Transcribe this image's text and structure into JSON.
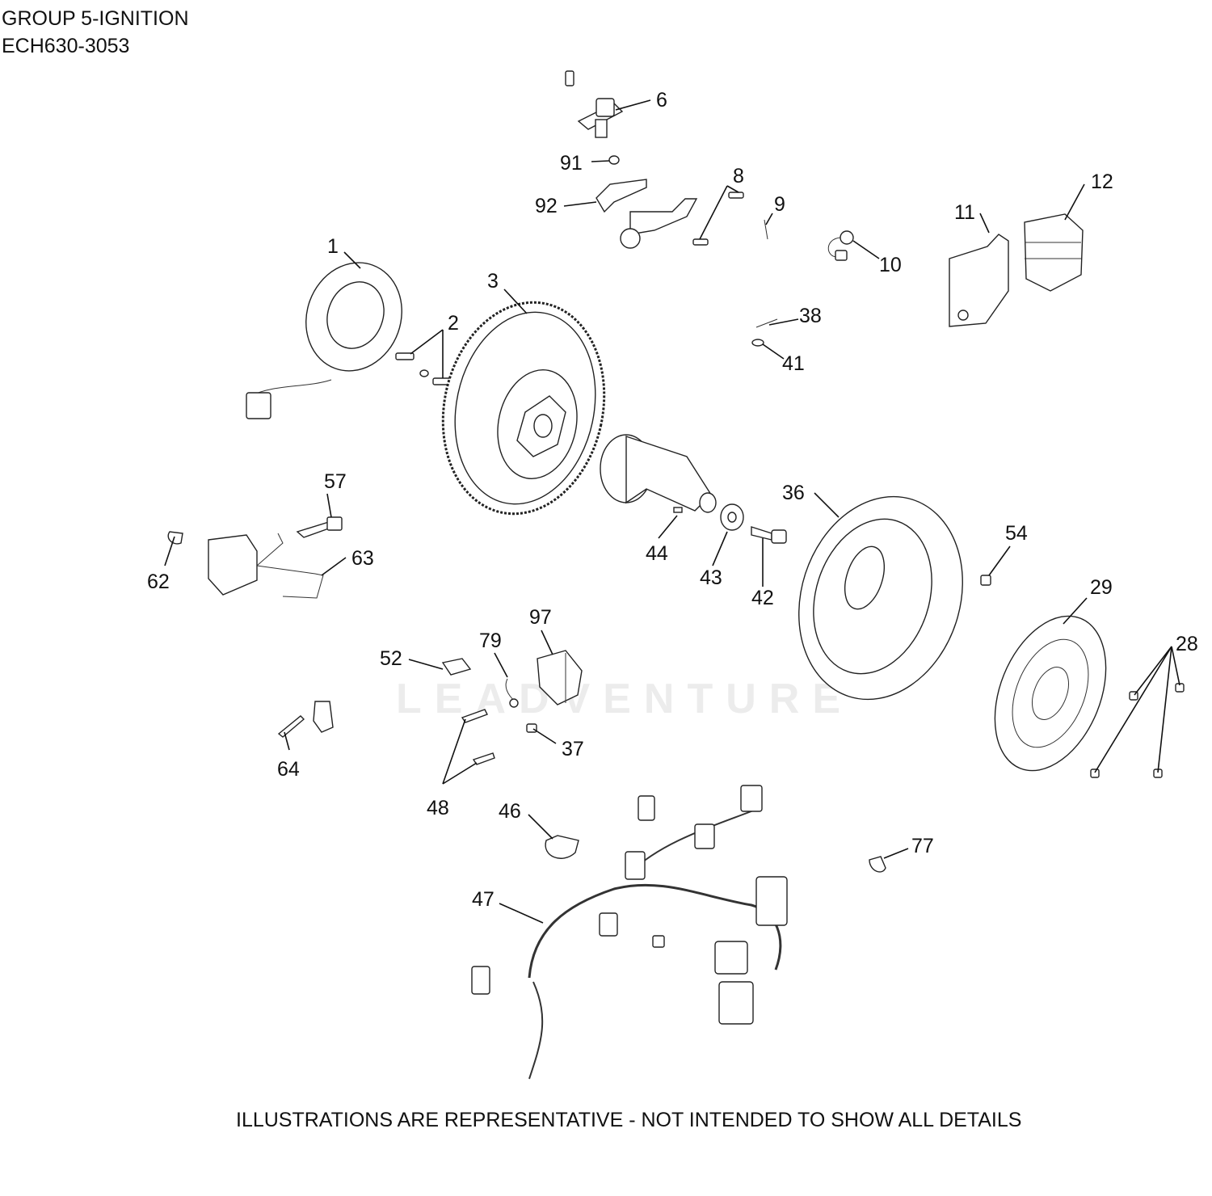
{
  "header": {
    "group_title": "GROUP 5-IGNITION",
    "model": "ECH630-3053"
  },
  "watermark": "LEADVENTURE",
  "footer_note": "ILLUSTRATIONS ARE REPRESENTATIVE - NOT INTENDED TO SHOW ALL DETAILS",
  "callouts": [
    "1",
    "2",
    "3",
    "6",
    "8",
    "9",
    "10",
    "11",
    "12",
    "28",
    "29",
    "36",
    "37",
    "38",
    "41",
    "42",
    "43",
    "44",
    "46",
    "47",
    "48",
    "52",
    "54",
    "57",
    "62",
    "63",
    "64",
    "77",
    "79",
    "91",
    "92",
    "97"
  ]
}
